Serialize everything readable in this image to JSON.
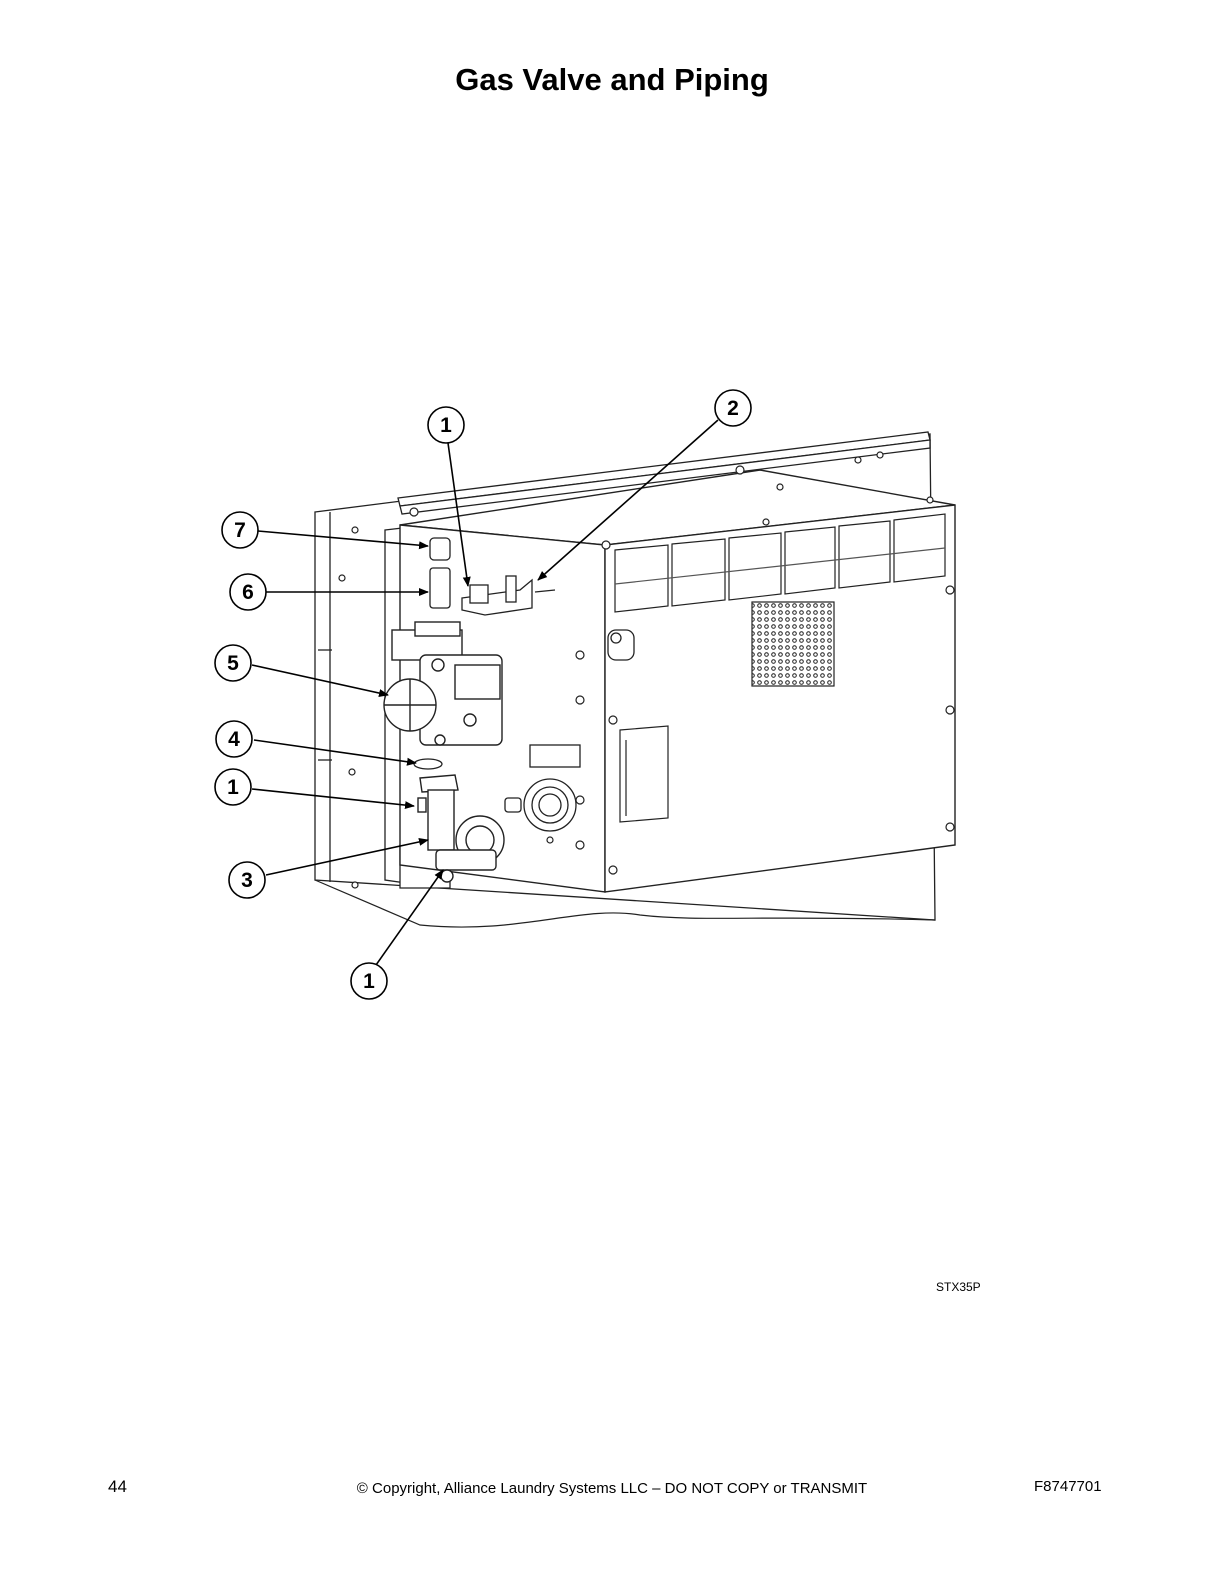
{
  "page": {
    "title": "Gas Valve and Piping",
    "figure_code": "STX35P",
    "page_number": "44",
    "copyright": "© Copyright, Alliance Laundry Systems LLC – DO NOT COPY or TRANSMIT",
    "document_code": "F8747701"
  },
  "callouts": [
    {
      "label": "1"
    },
    {
      "label": "2"
    },
    {
      "label": "7"
    },
    {
      "label": "6"
    },
    {
      "label": "5"
    },
    {
      "label": "4"
    },
    {
      "label": "1"
    },
    {
      "label": "3"
    },
    {
      "label": "1"
    }
  ]
}
